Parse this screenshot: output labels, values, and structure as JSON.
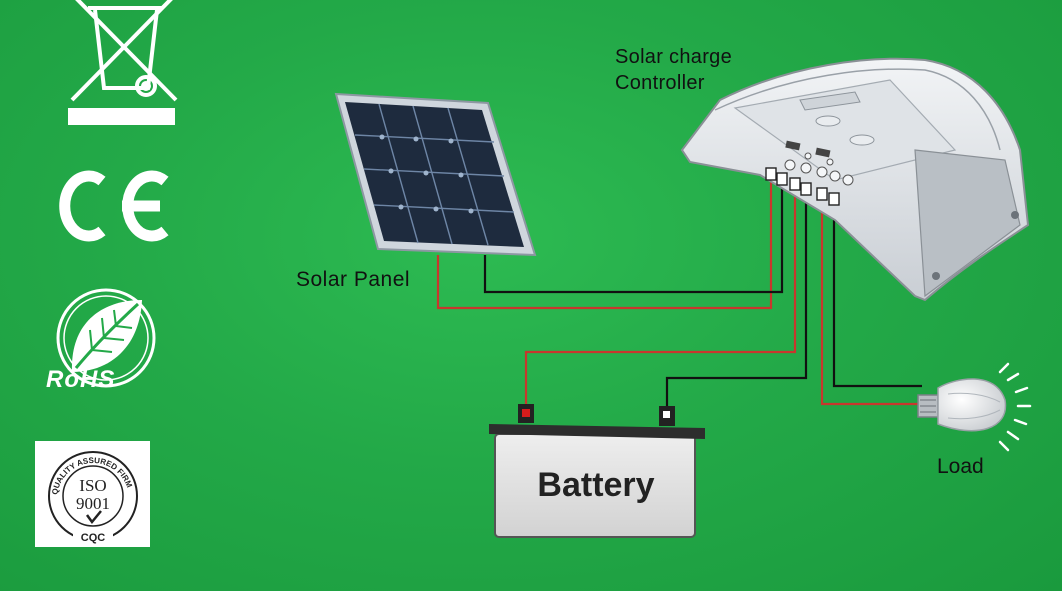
{
  "certifications": {
    "weee_icon": "crossed-out-wheelie-bin-icon",
    "ce_mark": "CE",
    "rohs_text": "RoHS",
    "iso": {
      "top_arc": "QUALITY ASSURED FIRM",
      "line1": "ISO",
      "line2": "9001",
      "bottom": "CQC"
    }
  },
  "components": {
    "solar_panel": "Solar Panel",
    "controller": {
      "line1": "Solar charge",
      "line2": "Controller"
    },
    "battery": "Battery",
    "load": "Load"
  },
  "colors": {
    "background": "#22a845",
    "positive_wire": "#c8372d",
    "negative_wire": "#111111",
    "battery_terminal_positive": "#d61c1c"
  }
}
